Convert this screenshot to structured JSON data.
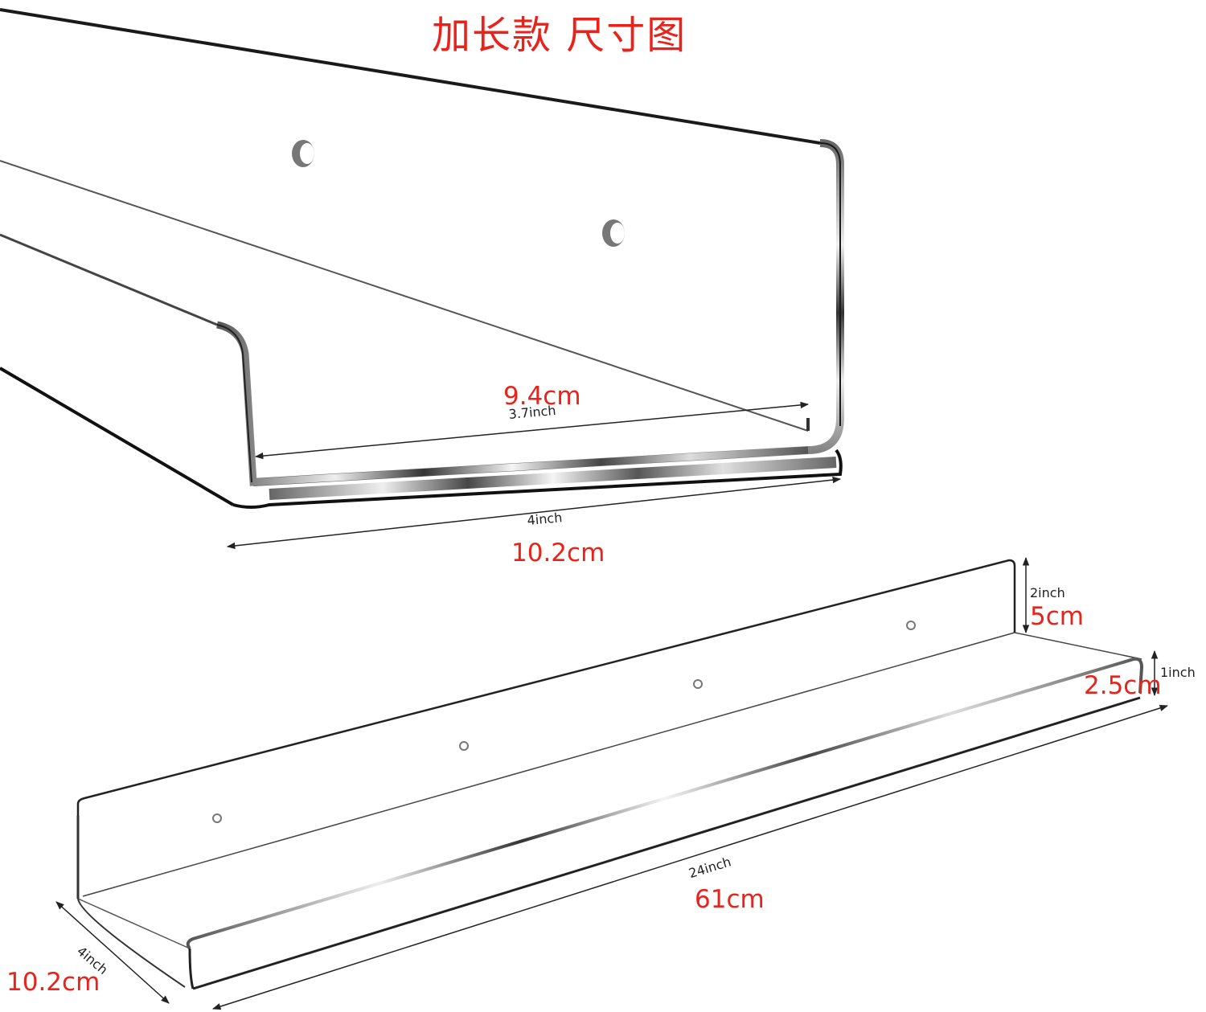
{
  "title": "加长款 尺寸图",
  "colors": {
    "annotation_red": "#e8231c",
    "annotation_black": "#222222",
    "shelf_edge": "#1a1a1a"
  },
  "top_view": {
    "inner_depth": {
      "cm": "9.4cm",
      "inch": "3.7inch"
    },
    "outer_depth": {
      "cm": "10.2cm",
      "inch": "4inch"
    }
  },
  "bottom_view": {
    "back_height": {
      "cm": "5cm",
      "inch": "2inch"
    },
    "front_lip_height": {
      "cm": "2.5cm",
      "inch": "1inch"
    },
    "length": {
      "cm": "61cm",
      "inch": "24inch"
    },
    "depth": {
      "cm": "10.2cm",
      "inch": "4inch"
    }
  }
}
